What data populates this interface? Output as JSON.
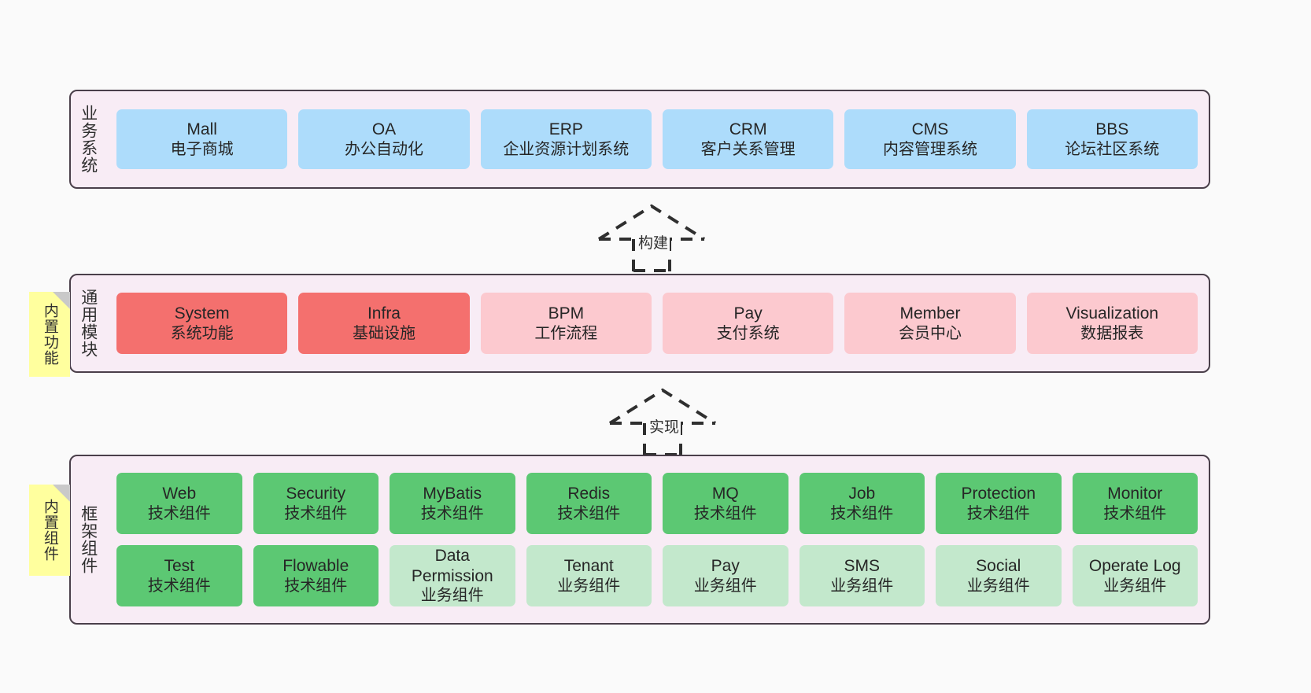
{
  "diagram": {
    "background": "#fafafa",
    "panel_bg": "#f8ecf5",
    "panel_border": "#4a3f4a",
    "note_bg": "#ffff9e"
  },
  "layers": [
    {
      "key": "business-system",
      "title": "业务系统",
      "color": "#addcfb",
      "cards": [
        {
          "name": "Mall",
          "desc": "电子商城"
        },
        {
          "name": "OA",
          "desc": "办公自动化"
        },
        {
          "name": "ERP",
          "desc": "企业资源计划系统"
        },
        {
          "name": "CRM",
          "desc": "客户关系管理"
        },
        {
          "name": "CMS",
          "desc": "内容管理系统"
        },
        {
          "name": "BBS",
          "desc": "论坛社区系统"
        }
      ]
    },
    {
      "key": "common-module",
      "title": "通用模块",
      "note": "内置功能",
      "cards": [
        {
          "name": "System",
          "desc": "系统功能",
          "color": "#f4706e"
        },
        {
          "name": "Infra",
          "desc": "基础设施",
          "color": "#f4706e"
        },
        {
          "name": "BPM",
          "desc": "工作流程",
          "color": "#fcc9cf"
        },
        {
          "name": "Pay",
          "desc": "支付系统",
          "color": "#fcc9cf"
        },
        {
          "name": "Member",
          "desc": "会员中心",
          "color": "#fcc9cf"
        },
        {
          "name": "Visualization",
          "desc": "数据报表",
          "color": "#fcc9cf"
        }
      ]
    },
    {
      "key": "framework-component",
      "title": "框架组件",
      "note": "内置组件",
      "rows": [
        [
          {
            "name": "Web",
            "desc": "技术组件",
            "color": "#5cc873"
          },
          {
            "name": "Security",
            "desc": "技术组件",
            "color": "#5cc873"
          },
          {
            "name": "MyBatis",
            "desc": "技术组件",
            "color": "#5cc873"
          },
          {
            "name": "Redis",
            "desc": "技术组件",
            "color": "#5cc873"
          },
          {
            "name": "MQ",
            "desc": "技术组件",
            "color": "#5cc873"
          },
          {
            "name": "Job",
            "desc": "技术组件",
            "color": "#5cc873"
          },
          {
            "name": "Protection",
            "desc": "技术组件",
            "color": "#5cc873"
          },
          {
            "name": "Monitor",
            "desc": "技术组件",
            "color": "#5cc873"
          }
        ],
        [
          {
            "name": "Test",
            "desc": "技术组件",
            "color": "#5cc873"
          },
          {
            "name": "Flowable",
            "desc": "技术组件",
            "color": "#5cc873"
          },
          {
            "name": "Data Permission",
            "desc": "业务组件",
            "color": "#c3e8cc"
          },
          {
            "name": "Tenant",
            "desc": "业务组件",
            "color": "#c3e8cc"
          },
          {
            "name": "Pay",
            "desc": "业务组件",
            "color": "#c3e8cc"
          },
          {
            "name": "SMS",
            "desc": "业务组件",
            "color": "#c3e8cc"
          },
          {
            "name": "Social",
            "desc": "业务组件",
            "color": "#c3e8cc"
          },
          {
            "name": "Operate Log",
            "desc": "业务组件",
            "color": "#c3e8cc"
          }
        ]
      ]
    }
  ],
  "connectors": [
    {
      "key": "build",
      "label": "构建"
    },
    {
      "key": "implement",
      "label": "实现"
    }
  ]
}
